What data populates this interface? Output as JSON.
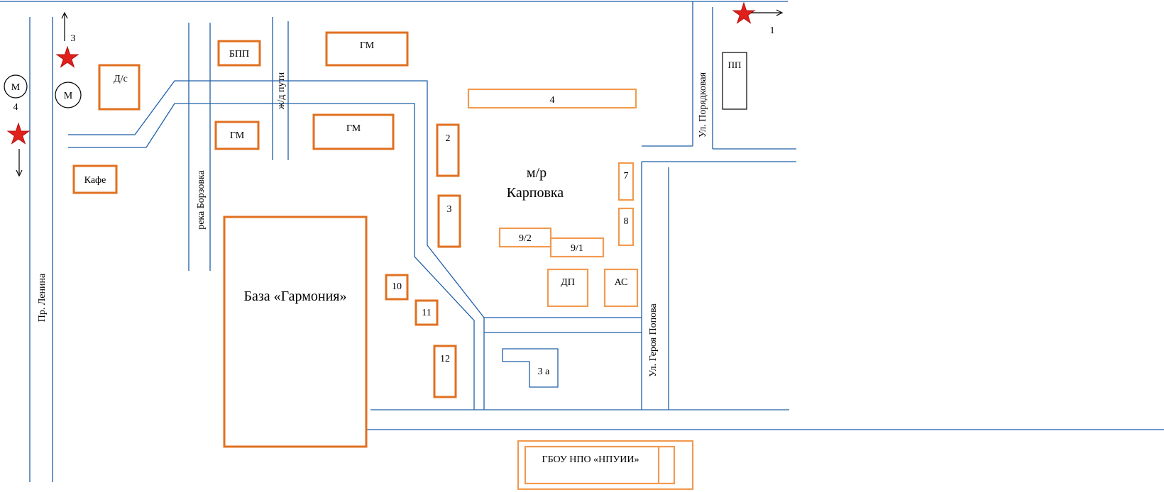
{
  "streets": {
    "lenina": "Пр. Ленина",
    "borzovka": "река Борзовка",
    "railway": "ж/д пути",
    "poryadkovaya": "Ул. Порядковая",
    "geroya_popova": "Ул. Героя Попова"
  },
  "district": {
    "line1": "м/р",
    "line2": "Карповка"
  },
  "buildings": {
    "ds": "Д/с",
    "bpp": "БПП",
    "gm_top": "ГМ",
    "gm_left": "ГМ",
    "gm_mid": "ГМ",
    "cafe": "Кафе",
    "b4": "4",
    "b2": "2",
    "b3": "3",
    "b7": "7",
    "b8": "8",
    "b9_2": "9/2",
    "b9_1": "9/1",
    "dp": "ДП",
    "as": "АС",
    "b10": "10",
    "b11": "11",
    "b12": "12",
    "b3a": "3 а",
    "pp": "ПП",
    "garmonia": "База «Гармония»",
    "school": "ГБОУ НПО «НПУИИ»"
  },
  "metro": {
    "left": "М",
    "left_num": "4",
    "right": "М"
  },
  "routes": {
    "r1": "1",
    "r3": "3"
  },
  "colors": {
    "road": "#1f5fa8",
    "building": "#e07020",
    "building_light": "#f29a50",
    "star": "#e0201b"
  },
  "icons": {
    "marker": "star-icon",
    "direction": "arrow-icon"
  }
}
